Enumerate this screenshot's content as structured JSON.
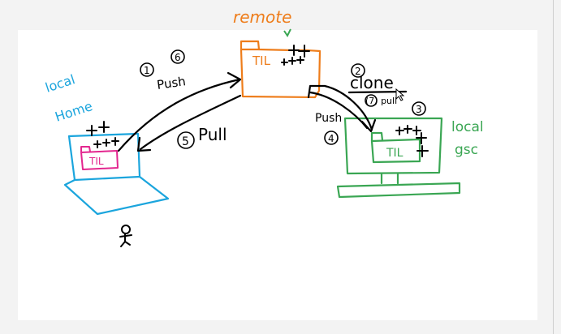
{
  "labels": {
    "remote": "remote",
    "til": "TIL",
    "plus_marks": "++",
    "step1": "1",
    "step6": "6",
    "push": "Push",
    "step5": "5",
    "pull": "Pull",
    "step2": "2",
    "clone": "clone",
    "step7_pull": "(7) pull",
    "push2": "Push",
    "step4": "4",
    "step3": "3",
    "local_home_1": "local",
    "local_home_2": "Home",
    "local_gsc_1": "local",
    "local_gsc_2": "gsc"
  },
  "colors": {
    "remote": "#ee7d1b",
    "local_home": "#1ba5dd",
    "local_gsc": "#3aa653",
    "til_pink": "#e3268f",
    "ink": "#000000"
  }
}
